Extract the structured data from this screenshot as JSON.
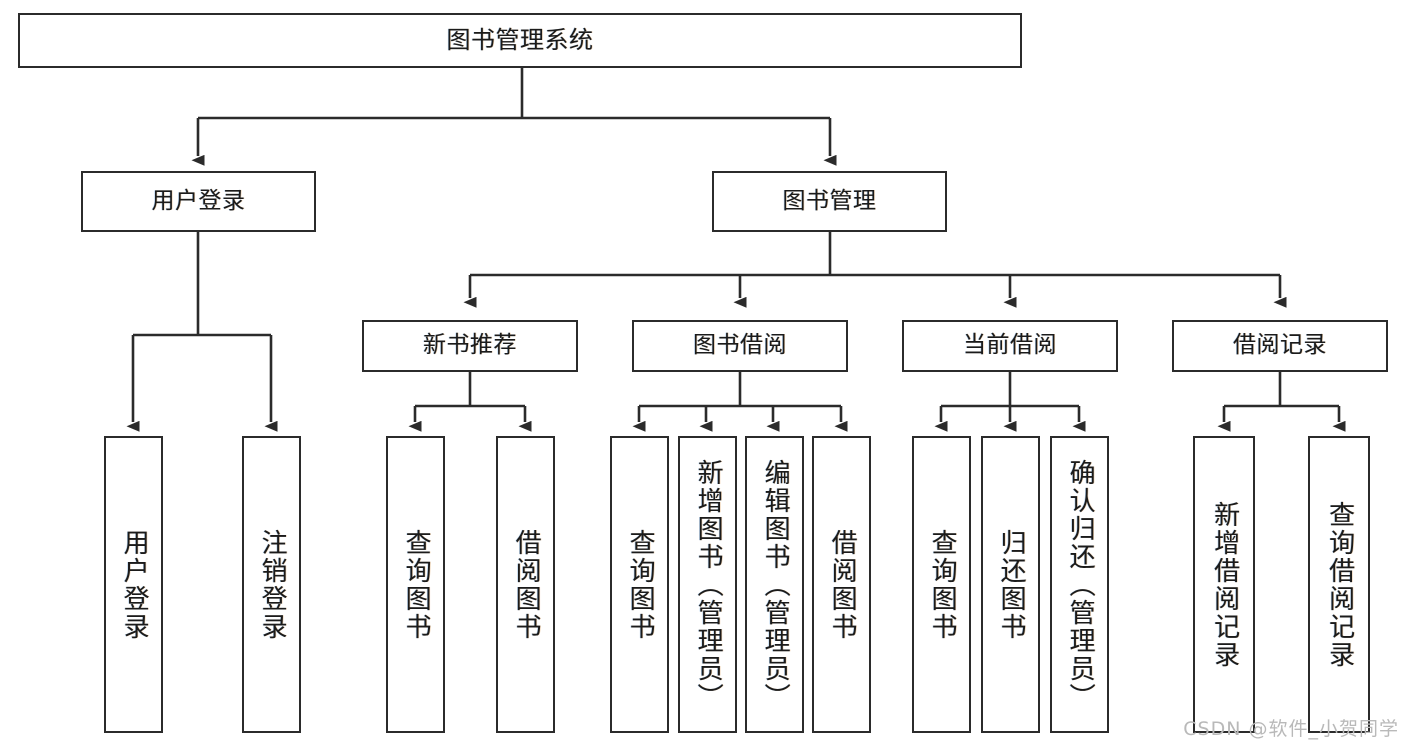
{
  "diagram": {
    "type": "tree",
    "title": "图书管理系统",
    "colors": {
      "stroke": "#2b2b2b",
      "fill": "#ffffff",
      "text": "#1b1b1b",
      "watermark": "#b9b9b9",
      "background": "#ffffff"
    },
    "root": {
      "label": "图书管理系统"
    },
    "level2": [
      {
        "label": "用户登录"
      },
      {
        "label": "图书管理"
      }
    ],
    "level3": [
      {
        "label": "新书推荐"
      },
      {
        "label": "图书借阅"
      },
      {
        "label": "当前借阅"
      },
      {
        "label": "借阅记录"
      }
    ],
    "leaves": [
      {
        "label": "用户登录",
        "parent": "用户登录"
      },
      {
        "label": "注销登录",
        "parent": "用户登录"
      },
      {
        "label": "查询图书",
        "parent": "新书推荐"
      },
      {
        "label": "借阅图书",
        "parent": "新书推荐"
      },
      {
        "label": "查询图书",
        "parent": "图书借阅"
      },
      {
        "label": "新增图书（管理员）",
        "parent": "图书借阅"
      },
      {
        "label": "编辑图书（管理员）",
        "parent": "图书借阅"
      },
      {
        "label": "借阅图书",
        "parent": "图书借阅"
      },
      {
        "label": "查询图书",
        "parent": "当前借阅"
      },
      {
        "label": "归还图书",
        "parent": "当前借阅"
      },
      {
        "label": "确认归还（管理员）",
        "parent": "当前借阅"
      },
      {
        "label": "新增借阅记录",
        "parent": "借阅记录"
      },
      {
        "label": "查询借阅记录",
        "parent": "借阅记录"
      }
    ]
  },
  "watermark": {
    "text": "CSDN @软件_小贺同学"
  }
}
